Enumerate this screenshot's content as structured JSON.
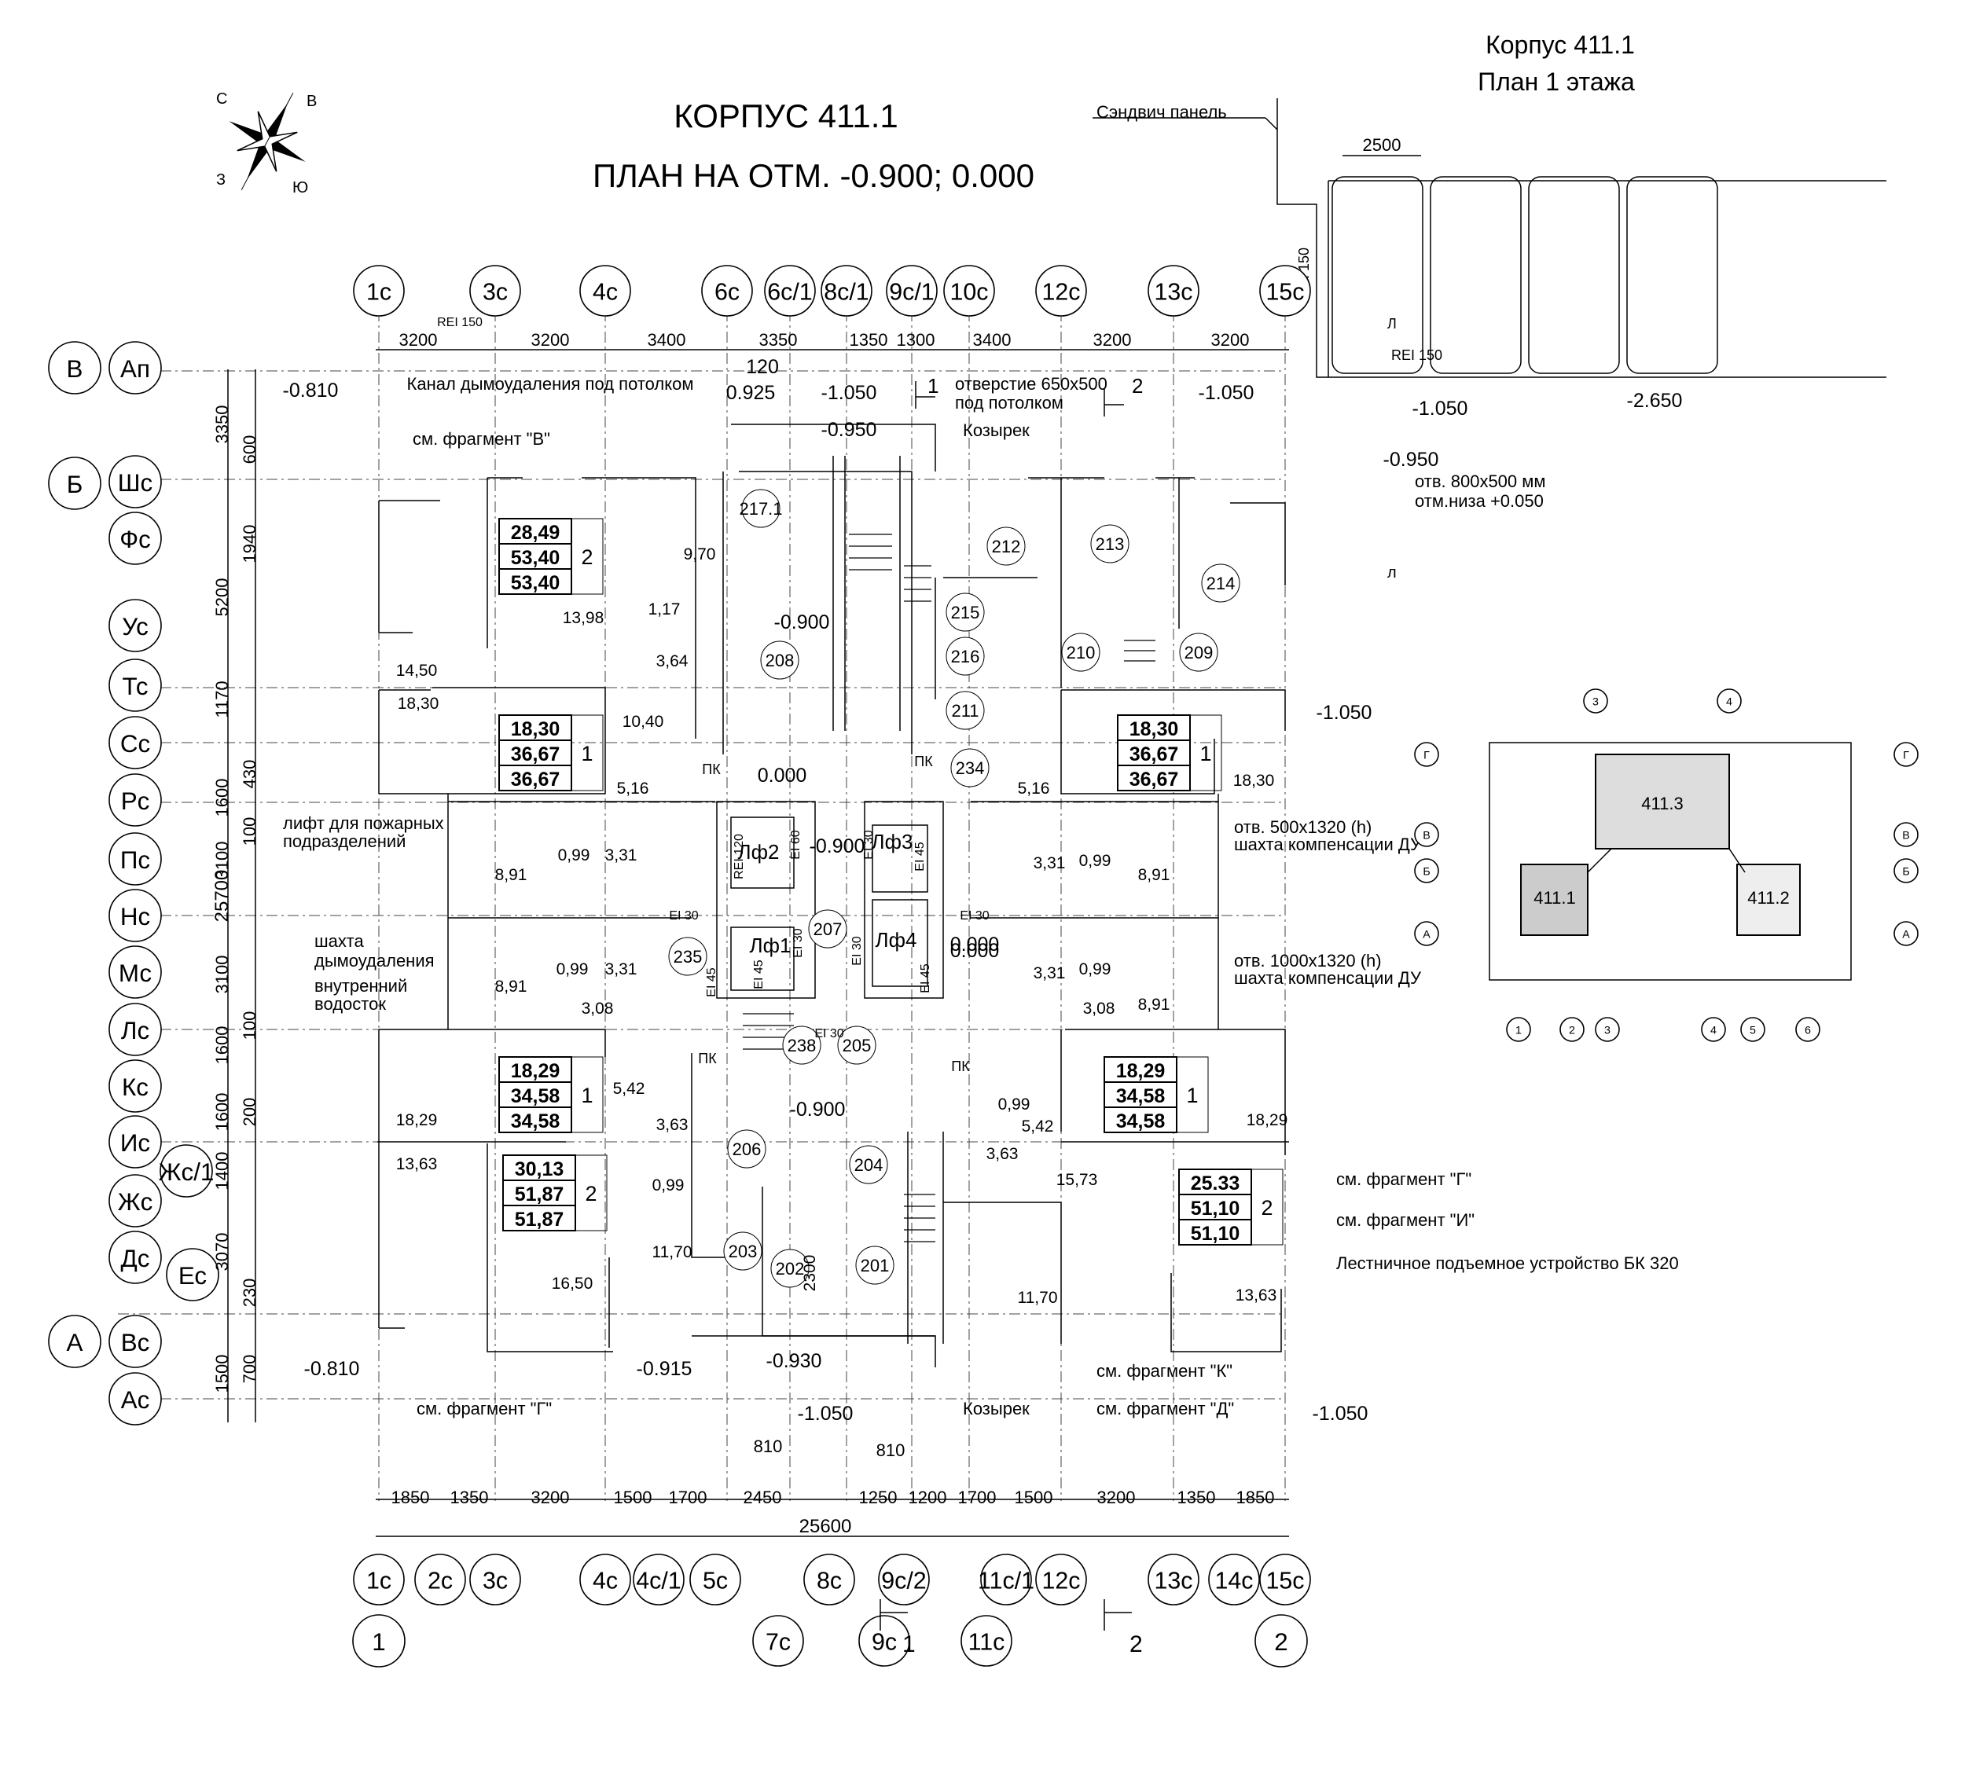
{
  "title": {
    "line1": "КОРПУС 411.1",
    "line2": "ПЛАН  НА ОТМ.  -0.900; 0.000"
  },
  "corner": {
    "line1": "Корпус 411.1",
    "line2": "План 1 этажа",
    "sandwich": "Сэндвич панель",
    "dim2500": "2500",
    "rei1": "REI 150",
    "rei2": "REI 150",
    "l": "Л",
    "l2": "л"
  },
  "compass": [
    "С",
    "В",
    "Ю",
    "З"
  ],
  "axes_top": [
    "1с",
    "3с",
    "4с",
    "6с",
    "6с/1",
    "8с/1",
    "9с/1",
    "10с",
    "12с",
    "13с",
    "15с"
  ],
  "axes_bottom1": [
    "1с",
    "2с",
    "3с",
    "4с",
    "4с/1",
    "5с",
    "8с",
    "9с/2",
    "11с/1",
    "12с",
    "13с",
    "14с",
    "15с"
  ],
  "axes_bottom2": [
    "7с",
    "9с",
    "11с"
  ],
  "axes_main_bottom": [
    "1",
    "2"
  ],
  "axes_left1": [
    "В",
    "Б",
    "А"
  ],
  "axes_left2": [
    "Ап",
    "Шс",
    "Фс",
    "Ус",
    "Тс",
    "Сс",
    "Рс",
    "Пс",
    "Нс",
    "Мс",
    "Лс",
    "Кс",
    "Ис",
    "Жс",
    "Дс",
    "Вс",
    "Ас"
  ],
  "axes_left3": [
    "Жс/1",
    "Ес"
  ],
  "dims_top": [
    "3200",
    "3200",
    "3400",
    "3350",
    "1350",
    "1300",
    "3400",
    "3200",
    "3200"
  ],
  "dims_bottom": [
    "1850",
    "1350",
    "3200",
    "1500",
    "1700",
    "2450",
    "1250",
    "1200",
    "1700",
    "1500",
    "3200",
    "1350",
    "1850"
  ],
  "dim_total_bottom": "25600",
  "dims_810": [
    "810",
    "810"
  ],
  "dims_left": [
    "3350",
    "600",
    "1940",
    "5200",
    "1170",
    "430",
    "1600",
    "100",
    "3100",
    "3100",
    "100",
    "1600",
    "200",
    "1600",
    "1400",
    "3070",
    "230",
    "700",
    "1500"
  ],
  "dim_total_left": "25700",
  "levels": [
    "-0.810",
    "0.925",
    "-1.050",
    "-0.950",
    "-1.050",
    "-0.900",
    "0.000",
    "-1.050",
    "0.000",
    "-0.900",
    "-0.900",
    "0.000",
    "-0.810",
    "-0.915",
    "-0.930",
    "-1.050",
    "-1.050",
    "-1.050",
    "-0.950",
    "-2.650",
    "120"
  ],
  "notes": {
    "smoke": "Канал дымоудаления под потолком",
    "frag_v": "см. фрагмент \"В\"",
    "hole": "отверстие 650х500",
    "hole2": "под потолком",
    "canopy": "Козырек",
    "canopy2": "Козырек",
    "otv800": "отв. 800х500 мм",
    "otv800b": "отм.низа +0.050",
    "lift_fire": "лифт для пожарных",
    "lift_fire2": "подразделений",
    "shaft1": "шахта",
    "shaft2": "дымоудаления",
    "shaft3": "внутренний",
    "shaft4": "водосток",
    "otv500": "отв. 500х1320 (h)",
    "comp1": "шахта компенсации ДУ",
    "otv1000": "отв. 1000х1320 (h)",
    "comp2": "шахта компенсации ДУ",
    "frag_g": "см. фрагмент \"Г\"",
    "frag_i": "см. фрагмент \"И\"",
    "stairlift": "Лестничное подъемное устройство БК 320",
    "frag_g2": "см. фрагмент \"Г\"",
    "frag_k": "см. фрагмент \"К\"",
    "frag_d": "см. фрагмент \"Д\""
  },
  "rooms": [
    "217.1",
    "208",
    "212",
    "213",
    "214",
    "215",
    "216",
    "210",
    "209",
    "211",
    "234",
    "207",
    "235",
    "238",
    "205",
    "206",
    "204",
    "203",
    "202",
    "201"
  ],
  "lifts": [
    "Лф2",
    "Лф3",
    "Лф1",
    "Лф4"
  ],
  "fire": [
    "REI 150",
    "REI 120",
    "EI 60",
    "EI 30",
    "EI 45",
    "EI 30",
    "EI 30",
    "EI 30",
    "EI 45",
    "EI 30",
    "EI 45",
    "EI 30",
    "EI 45"
  ],
  "pk": [
    "ПК",
    "ПК",
    "ПК",
    "ПК"
  ],
  "areas": [
    "9,70",
    "13,98",
    "1,17",
    "3,64",
    "14,50",
    "18,30",
    "10,40",
    "5,16",
    "5,16",
    "18,30",
    "8,91",
    "0,99",
    "3,31",
    "8,91",
    "0,99",
    "3,31",
    "3,31",
    "0,99",
    "8,91",
    "3,31",
    "0,99",
    "8,91",
    "3,08",
    "3,08",
    "18,29",
    "5,42",
    "3,63",
    "0,99",
    "13,63",
    "16,50",
    "11,70",
    "0,99",
    "5,42",
    "3,63",
    "15,73",
    "18,29",
    "11,70",
    "13,63",
    "2300"
  ],
  "apt": [
    {
      "v": [
        "28,49",
        "53,40",
        "53,40"
      ],
      "n": "2"
    },
    {
      "v": [
        "18,30",
        "36,67",
        "36,67"
      ],
      "n": "1"
    },
    {
      "v": [
        "18,30",
        "36,67",
        "36,67"
      ],
      "n": "1"
    },
    {
      "v": [
        "18,29",
        "34,58",
        "34,58"
      ],
      "n": "1"
    },
    {
      "v": [
        "18,29",
        "34,58",
        "34,58"
      ],
      "n": "1"
    },
    {
      "v": [
        "30,13",
        "51,87",
        "51,87"
      ],
      "n": "2"
    },
    {
      "v": [
        "25.33",
        "51,10",
        "51,10"
      ],
      "n": "2"
    }
  ],
  "section_marks": [
    "1",
    "2",
    "1",
    "2"
  ],
  "key_plan": {
    "axes_top": [
      "3",
      "4"
    ],
    "axes_bottom": [
      "1",
      "2",
      "3",
      "4",
      "5",
      "6"
    ],
    "rows_left": [
      "Г",
      "В",
      "Б",
      "А"
    ],
    "rows_right": [
      "Г",
      "В",
      "Б",
      "А"
    ],
    "blocks": [
      "411.3",
      "411.1",
      "411.2"
    ]
  }
}
